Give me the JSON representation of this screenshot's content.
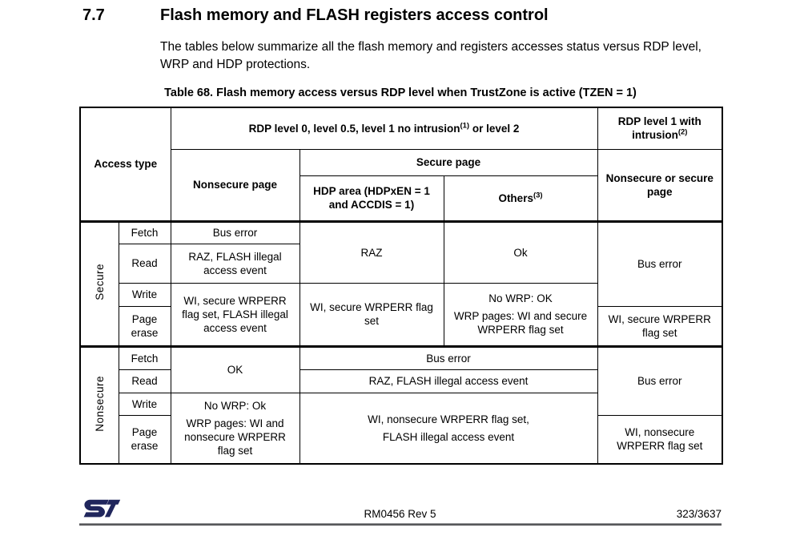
{
  "section": {
    "number": "7.7",
    "title": "Flash memory and FLASH registers access control",
    "intro": "The tables below summarize all the flash memory and registers accesses status versus RDP level, WRP and HDP protections."
  },
  "table": {
    "caption": "Table 68. Flash memory access versus RDP level when TrustZone is active (TZEN = 1)",
    "header": {
      "access_type": "Access type",
      "rdp_low_pre": "RDP level 0, level 0.5, level 1 no intrusion",
      "rdp_low_sup": "(1)",
      "rdp_low_post": " or level 2",
      "rdp1_pre": "RDP level 1 with intrusion",
      "rdp1_sup": "(2)",
      "nonsecure_page": "Nonsecure page",
      "secure_page": "Secure page",
      "hdp_area": "HDP area (HDPxEN = 1 and ACCDIS = 1)",
      "others_pre": "Others",
      "others_sup": "(3)",
      "nonsecure_or_secure_page": "Nonsecure or secure page"
    },
    "row_labels": {
      "fetch": "Fetch",
      "read": "Read",
      "write": "Write",
      "page_erase": "Page erase"
    },
    "secure": {
      "group_label": "Secure",
      "fetch_nonsecure": "Bus error",
      "read_nonsecure": "RAZ, FLASH illegal access event",
      "fetch_read_hdp": "RAZ",
      "fetch_read_others": "Ok",
      "fetch_write_rdp1": "Bus error",
      "write_erase_nonsecure": "WI, secure WRPERR flag set, FLASH illegal access event",
      "write_erase_hdp": "WI, secure WRPERR flag set",
      "write_erase_others_line1": "No WRP: OK",
      "write_erase_others_line2": "WRP pages: WI and secure WRPERR flag set",
      "page_erase_rdp1": "WI, secure WRPERR flag set"
    },
    "nonsecure": {
      "group_label": "Nonsecure",
      "fetch_read_nonsecure": "OK",
      "fetch_secure_pages": "Bus error",
      "read_secure_pages": "RAZ, FLASH illegal access event",
      "fetch_write_rdp1": "Bus error",
      "write_erase_nonsecure_line1": "No WRP: Ok",
      "write_erase_nonsecure_line2": "WRP pages: WI and nonsecure WRPERR flag set",
      "write_erase_secure_line1": "WI, nonsecure WRPERR flag set,",
      "write_erase_secure_line2": "FLASH illegal access event",
      "page_erase_rdp1": "WI, nonsecure WRPERR flag set"
    }
  },
  "footer": {
    "doc_ref": "RM0456 Rev 5",
    "page_number": "323/3637",
    "logo_name": "st-logo",
    "logo_color": "#20265c",
    "rule_color": "#58595b"
  }
}
